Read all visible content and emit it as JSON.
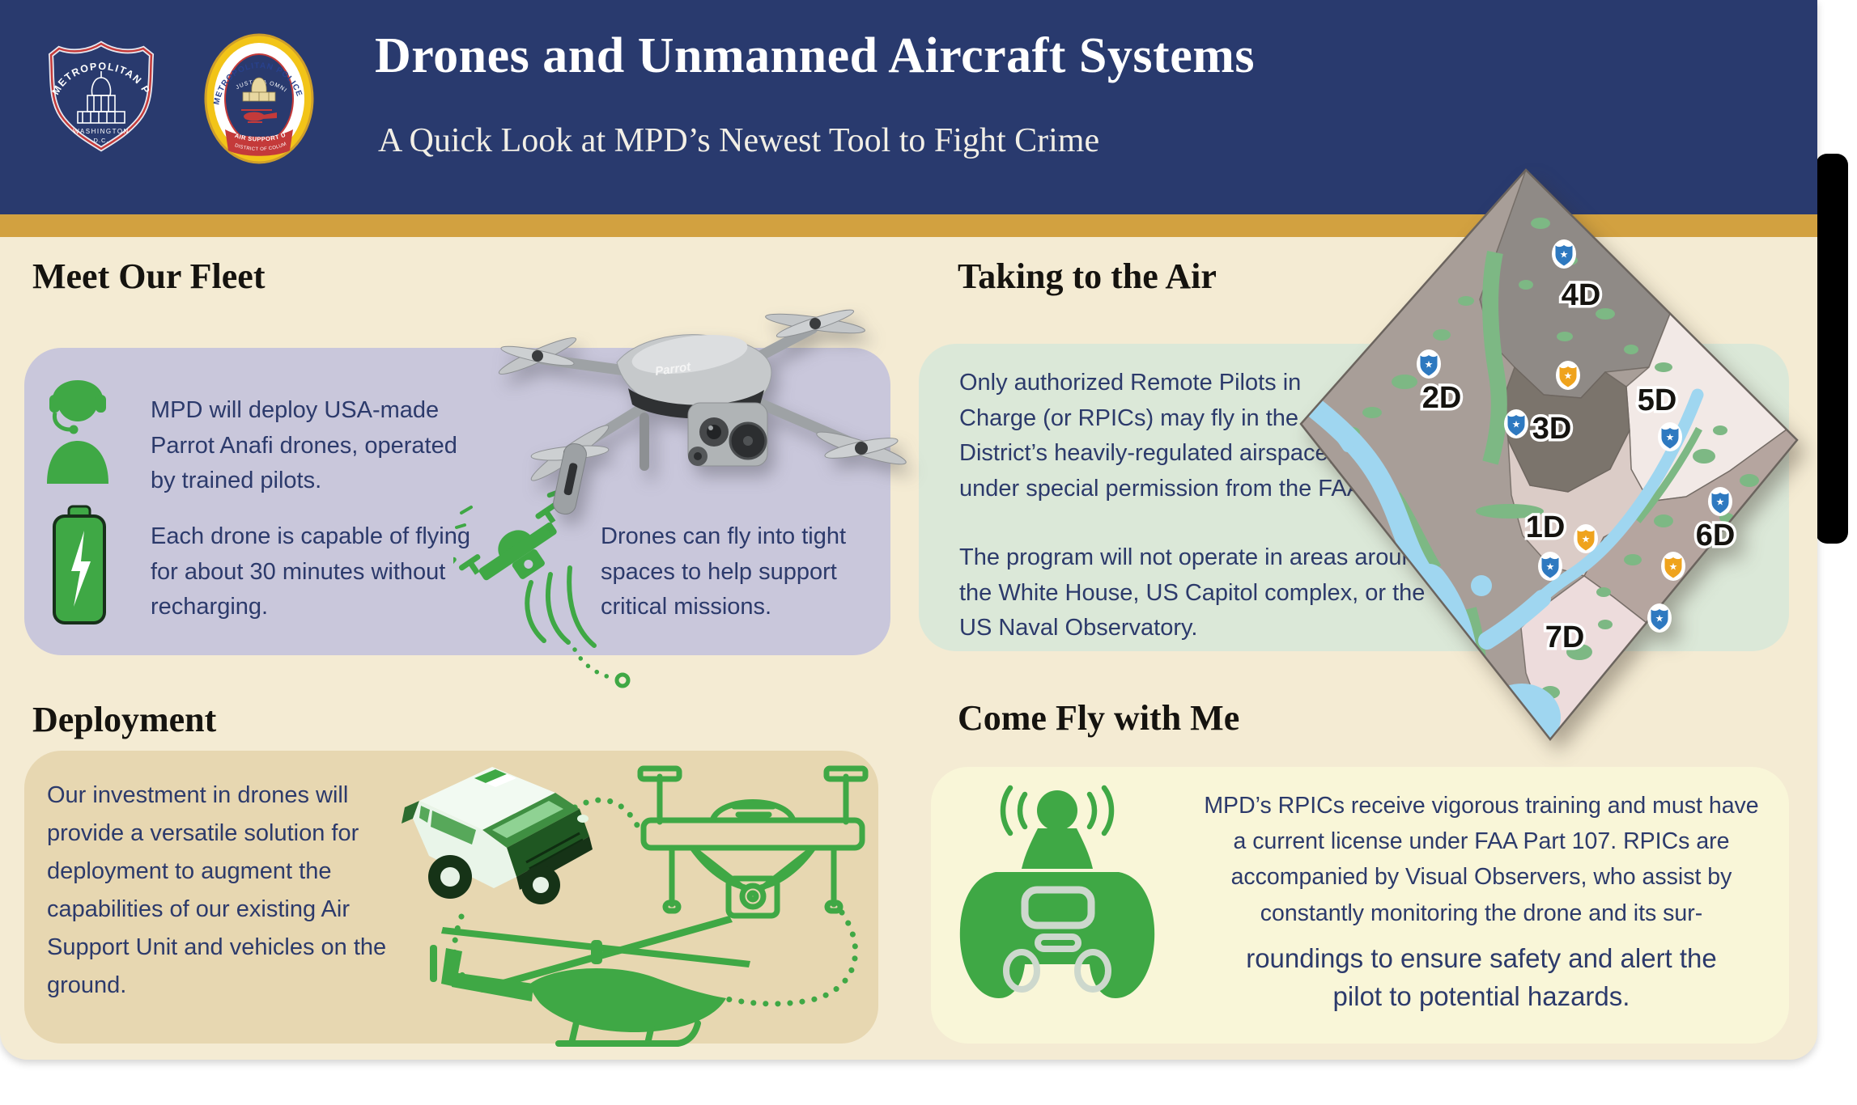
{
  "header": {
    "title": "Drones and Unmanned Aircraft Systems",
    "subtitle": "A Quick Look at MPD’s Newest Tool to Fight Crime"
  },
  "badges": {
    "mpd": {
      "arc_top": "METROPOLITAN POLICE",
      "bottom1": "WASHINGTON",
      "bottom2": "D.C."
    },
    "asu": {
      "arc_top": "METROPOLITAN POLICE",
      "arc_mid": "JUSTITIA OMNIBUS",
      "banner1": "AIR SUPPORT UNIT",
      "banner2": "DISTRICT OF COLUMBIA"
    }
  },
  "fleet": {
    "heading": "Meet Our Fleet",
    "pilots": "MPD will deploy USA-made\nParrot Anafi drones, operated\nby trained pilots.",
    "battery": "Each drone is capable of flying\nfor about 30 minutes without\nrecharging.",
    "tight_spaces": "Drones can fly into tight\nspaces to help support\ncritical missions.",
    "drone_brand": "Parrot"
  },
  "air": {
    "heading": "Taking to the Air",
    "para1": "Only authorized Remote Pilots in\nCharge (or RPICs) may fly in the\nDistrict’s heavily-regulated airspace,\nunder special permission from the FAA.",
    "para2": "The program will not operate in areas around\nthe White House, US Capitol complex, or the\nUS Naval Observatory."
  },
  "deployment": {
    "heading": "Deployment",
    "body": "Our investment in drones will\nprovide a versatile solution for\ndeployment to augment the\ncapabilities of our existing Air\nSupport Unit and vehicles on the\nground."
  },
  "comefly": {
    "heading": "Come Fly with Me",
    "body_top": "MPD’s RPICs receive vigorous training and must have\na current license under FAA Part 107. RPICs are\naccompanied by Visual Observers, who assist by\nconstantly monitoring the drone and its sur-",
    "body_bottom": "roundings to ensure safety and alert the\npilot to potential hazards."
  },
  "map": {
    "labels": [
      "4D",
      "2D",
      "3D",
      "5D",
      "1D",
      "6D",
      "7D"
    ]
  },
  "icons": [
    "mpd-badge-icon",
    "air-support-badge-icon",
    "headset-operator-icon",
    "battery-icon",
    "flying-drone-icon",
    "parrot-drone-photo",
    "dc-districts-map",
    "police-shield-marker-icon",
    "police-car-icon",
    "drone-outline-icon",
    "helicopter-icon",
    "remote-controller-icon"
  ],
  "colors": {
    "header_navy": "#293a6e",
    "gold": "#d2a140",
    "cream": "#f4ebd3",
    "panel_lavender": "#c9c7db",
    "panel_green": "#dbe8d8",
    "panel_tan": "#e7d7b1",
    "panel_yellow": "#f9f6d8",
    "icon_green": "#3fa845",
    "text_navy": "#2c3a6b",
    "marker_blue": "#2e79c0",
    "marker_orange": "#efa31d"
  }
}
